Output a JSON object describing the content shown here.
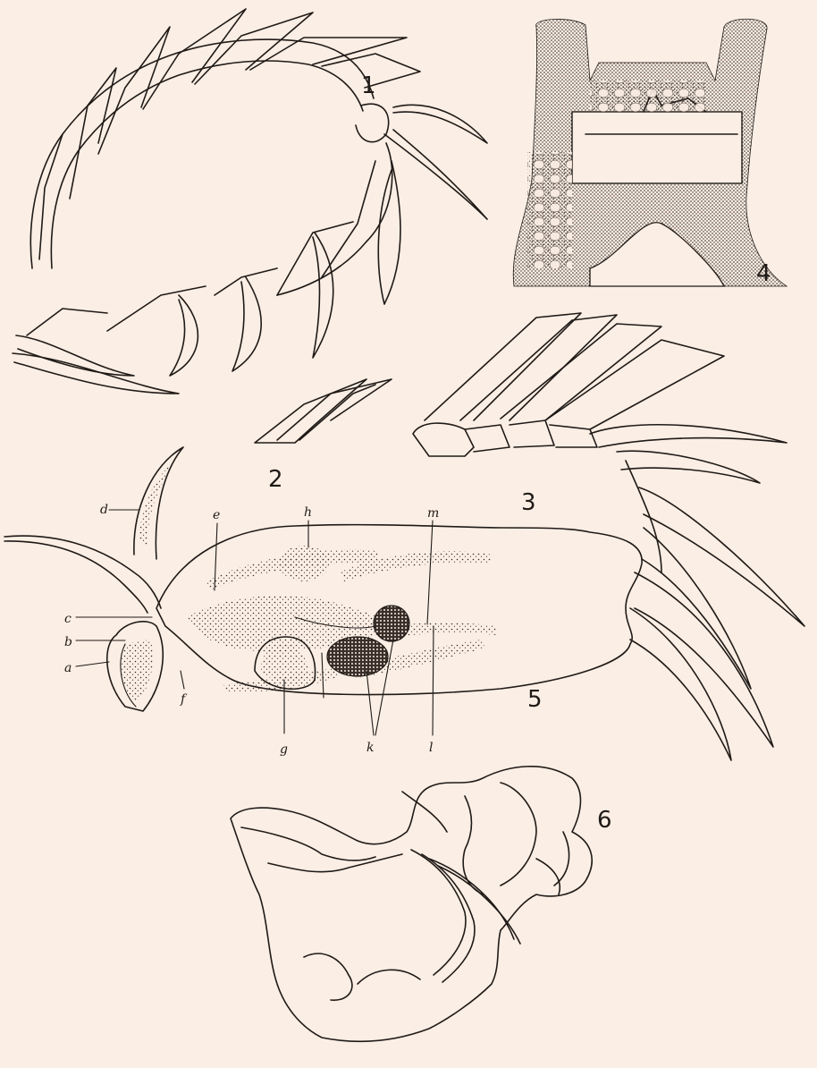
{
  "figures": [
    {
      "id": "fig-1",
      "number": "1"
    },
    {
      "id": "fig-2",
      "number": "2"
    },
    {
      "id": "fig-3",
      "number": "3"
    },
    {
      "id": "fig-4",
      "number": "4"
    },
    {
      "id": "fig-5",
      "number": "5"
    },
    {
      "id": "fig-6",
      "number": "6"
    }
  ],
  "fig5_labels": {
    "a": "a",
    "b": "b",
    "c": "c",
    "d": "d",
    "e": "e",
    "f": "f",
    "g": "g",
    "h": "h",
    "k": "k",
    "l": "l",
    "m": "m"
  }
}
